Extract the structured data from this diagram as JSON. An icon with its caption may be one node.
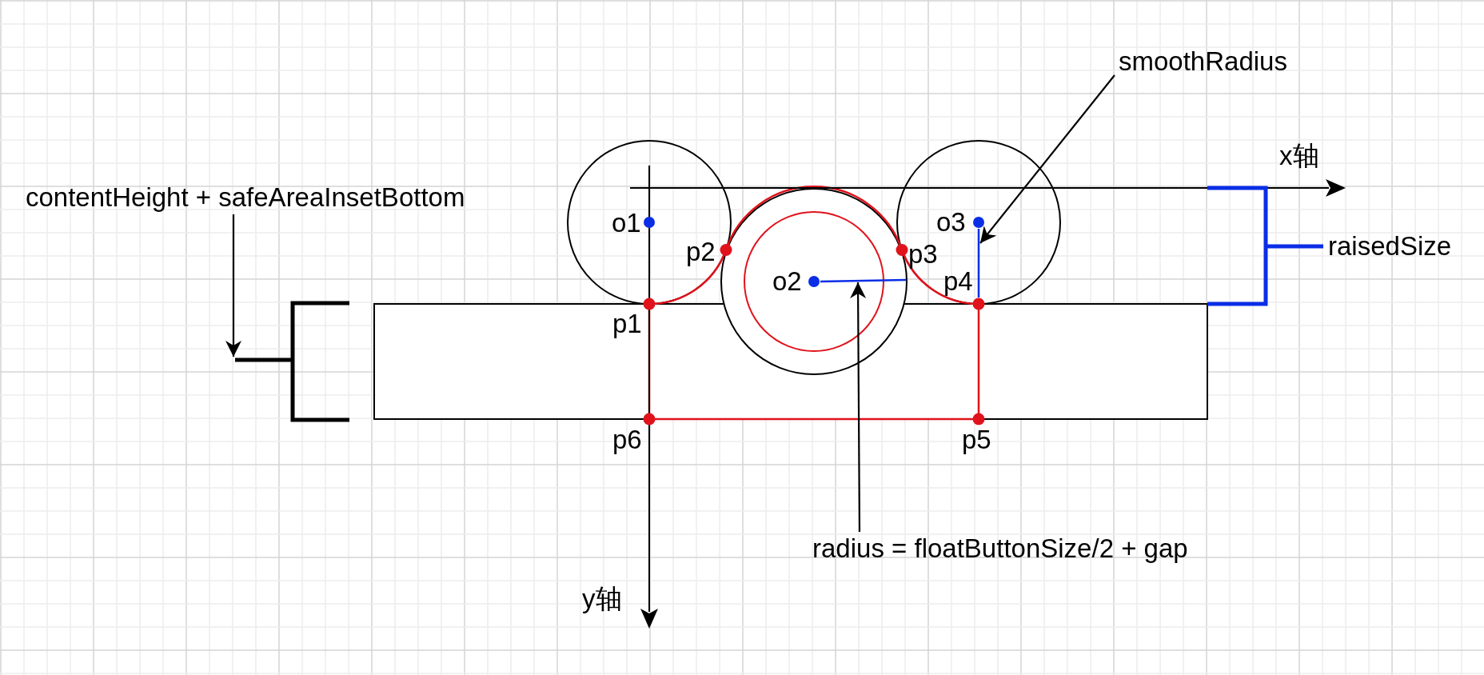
{
  "diagram": {
    "nodes": [
      {
        "text": [
          "smoothRadius"
        ]
      },
      {
        "text": [
          "radius = floatButtonSize/2 + gap"
        ]
      },
      {
        "text": [
          "contentHeight + safeAreaInsetBottom"
        ]
      },
      {
        "text": [],
        "shape": "line"
      },
      {
        "text": [],
        "shape": "line"
      },
      {
        "text": [],
        "shape": "bracket"
      }
    ],
    "edges": [
      {
        "from": 0,
        "to": 3,
        "arrow": "to"
      },
      {
        "from": 1,
        "to": 4,
        "arrow": "to"
      },
      {
        "from": 2,
        "to": 5,
        "arrow": "to"
      }
    ],
    "labels": [
      "x轴",
      "o1",
      "o3",
      "p2",
      "p3",
      "raisedSize",
      "o2",
      "p4",
      "p1",
      "p6",
      "p5",
      "y轴"
    ]
  }
}
